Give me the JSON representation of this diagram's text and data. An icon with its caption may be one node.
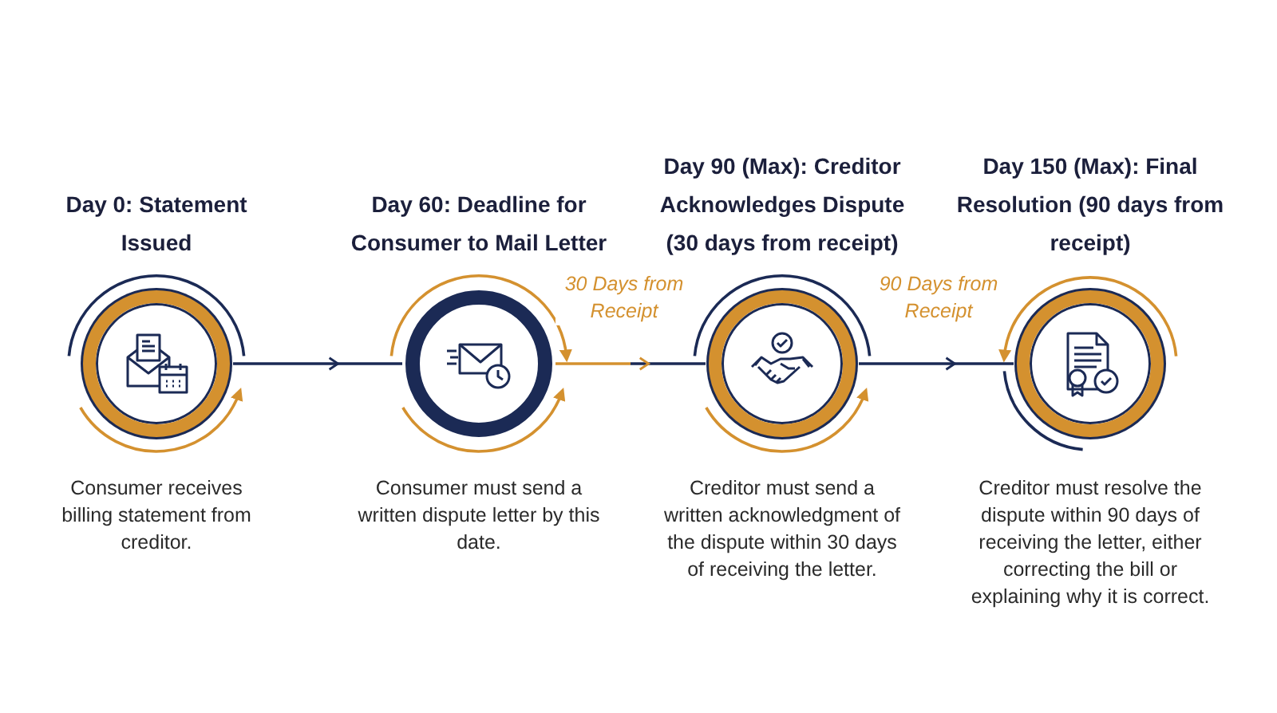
{
  "diagram": {
    "nodes": [
      {
        "text": [
          "Day 0: Statement Issued",
          "Consumer receives billing statement from creditor."
        ]
      },
      {
        "text": [
          "Day 60: Deadline for Consumer to Mail Letter",
          "Consumer must send a written dispute letter by this date."
        ]
      },
      {
        "text": [
          "Day 90 (Max): Creditor Acknowledges Dispute (30 days from receipt)",
          "Creditor must send a written acknowledgment of the dispute within 30 days of receiving the letter."
        ]
      },
      {
        "text": [
          "Day 150 (Max): Final Resolution (90 days from receipt)",
          "Creditor must resolve the dispute within 90 days of receiving the letter, either correcting the bill or explaining why it is correct."
        ]
      }
    ],
    "edges": [
      {
        "from": 0,
        "to": 1,
        "arrow": "to"
      },
      {
        "from": 1,
        "to": 2,
        "arrow": "to",
        "label": "30 Days from Receipt"
      },
      {
        "from": 2,
        "to": 3,
        "arrow": "to",
        "label": "90 Days from Receipt"
      }
    ]
  }
}
